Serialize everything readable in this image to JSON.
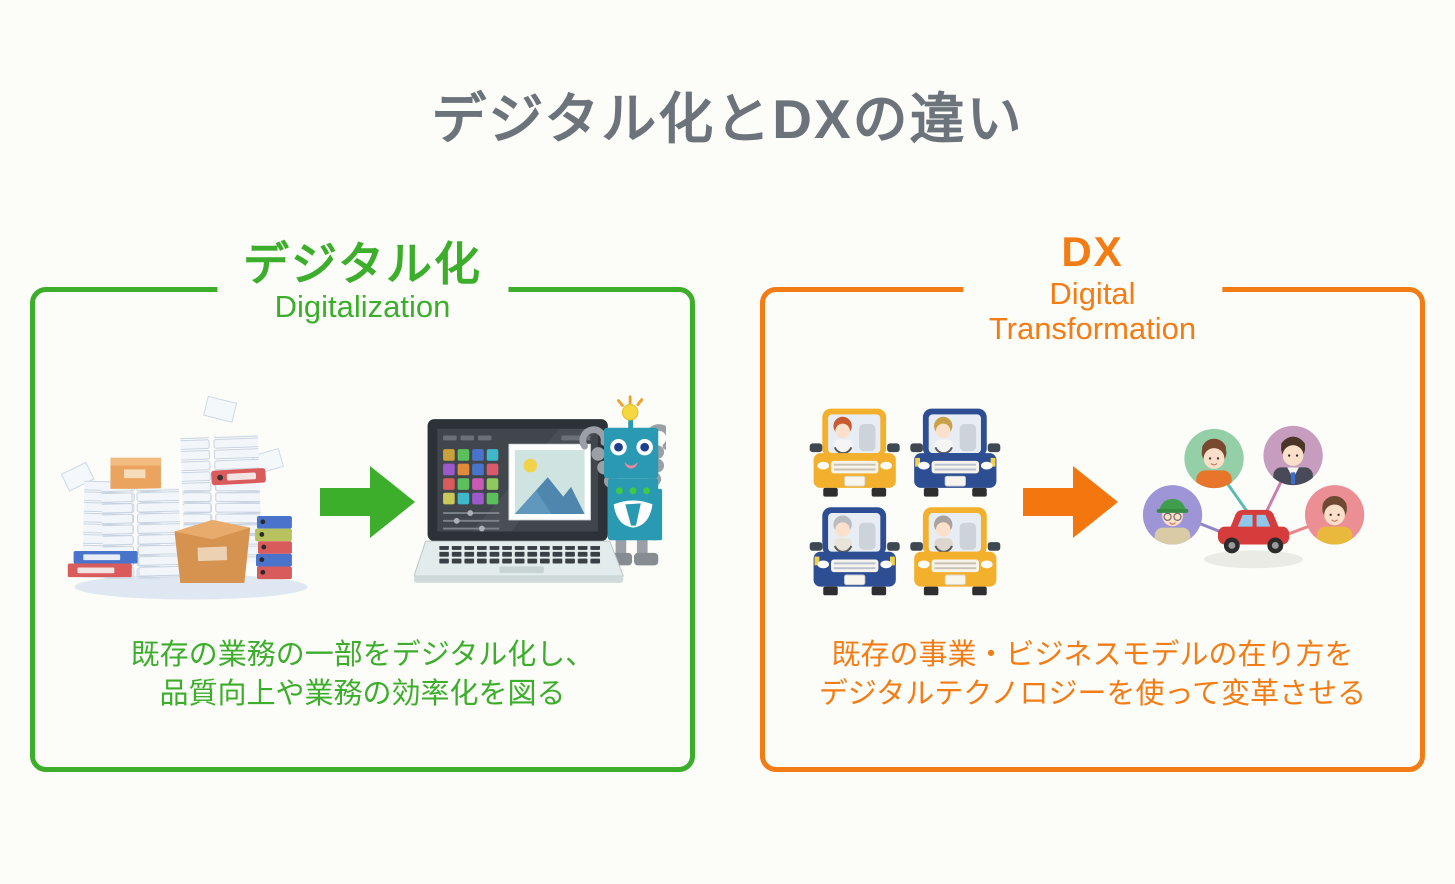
{
  "title": "デジタル化とDXの違い",
  "colors": {
    "green_accent": "#3cae2c",
    "orange_accent": "#f37c15",
    "title_gray": "#6c737b",
    "background": "#fcfcf8"
  },
  "digitalization_box": {
    "title_jp": "デジタル化",
    "title_en": "Digitalization",
    "description_line1": "既存の業務の一部をデジタル化し、",
    "description_line2": "品質向上や業務の効率化を図る",
    "illustrations": {
      "before": "paper-stacks-illustration",
      "arrow": "arrow-right-icon",
      "after": "laptop-robot-illustration"
    }
  },
  "dx_box": {
    "title_abbr": "DX",
    "title_en_line1": "Digital",
    "title_en_line2": "Transformation",
    "description_line1": "既存の事業・ビジネスモデルの在り方を",
    "description_line2": "デジタルテクノロジーを使って変革させる",
    "illustrations": {
      "before": "four-cars-illustration",
      "arrow": "arrow-right-icon",
      "after": "car-sharing-network-illustration"
    }
  }
}
